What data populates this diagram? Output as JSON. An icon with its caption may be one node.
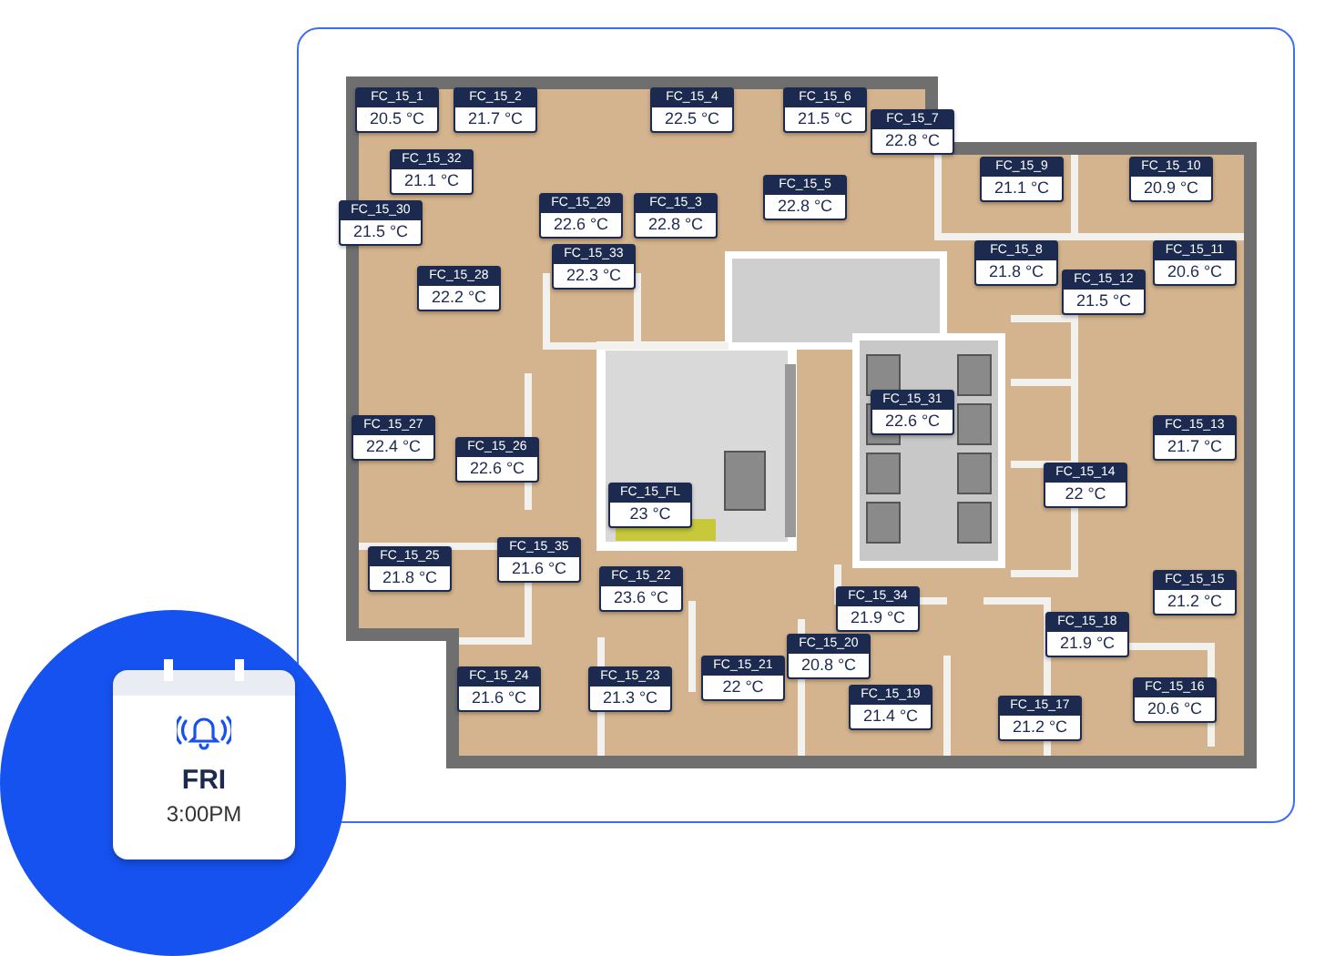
{
  "diagram": {
    "nodes": [
      {
        "text": [
          "FC_15_1",
          "20.5 °C"
        ]
      },
      {
        "text": [
          "FC_15_2",
          "21.7 °C"
        ]
      },
      {
        "text": [
          "FC_15_4",
          "22.5 °C"
        ]
      },
      {
        "text": [
          "FC_15_6",
          "21.5 °C"
        ]
      },
      {
        "text": [
          "FC_15_7",
          "22.8 °C"
        ]
      },
      {
        "text": [
          "FC_15_32",
          "21.1 °C"
        ]
      },
      {
        "text": [
          "FC_15_9",
          "21.1 °C"
        ]
      },
      {
        "text": [
          "FC_15_10",
          "20.9 °C"
        ]
      },
      {
        "text": [
          "FC_15_5",
          "22.8 °C"
        ]
      },
      {
        "text": [
          "FC_15_30",
          "21.5 °C"
        ]
      },
      {
        "text": [
          "FC_15_29",
          "22.6 °C"
        ]
      },
      {
        "text": [
          "FC_15_3",
          "22.8 °C"
        ]
      },
      {
        "text": [
          "FC_15_33",
          "22.3 °C"
        ]
      },
      {
        "text": [
          "FC_15_8",
          "21.8 °C"
        ]
      },
      {
        "text": [
          "FC_15_11",
          "20.6 °C"
        ]
      },
      {
        "text": [
          "FC_15_28",
          "22.2 °C"
        ]
      },
      {
        "text": [
          "FC_15_12",
          "21.5 °C"
        ]
      },
      {
        "text": [
          "FC_15_31",
          "22.6 °C"
        ]
      },
      {
        "text": [
          "FC_15_27",
          "22.4 °C"
        ]
      },
      {
        "text": [
          "FC_15_13",
          "21.7 °C"
        ]
      },
      {
        "text": [
          "FC_15_26",
          "22.6 °C"
        ]
      },
      {
        "text": [
          "FC_15_14",
          "22 °C"
        ]
      },
      {
        "text": [
          "FC_15_FL",
          "23 °C"
        ]
      },
      {
        "text": [
          "FC_15_35",
          "21.6 °C"
        ]
      },
      {
        "text": [
          "FC_15_25",
          "21.8 °C"
        ]
      },
      {
        "text": [
          "FC_15_22",
          "23.6 °C"
        ]
      },
      {
        "text": [
          "FC_15_15",
          "21.2 °C"
        ]
      },
      {
        "text": [
          "FC_15_34",
          "21.9 °C"
        ]
      },
      {
        "text": [
          "FC_15_18",
          "21.9 °C"
        ]
      },
      {
        "text": [
          "FC_15_20",
          "20.8 °C"
        ]
      },
      {
        "text": [
          "FC_15_21",
          "22 °C"
        ]
      },
      {
        "text": [
          "FC_15_24",
          "21.6 °C"
        ]
      },
      {
        "text": [
          "FC_15_23",
          "21.3 °C"
        ]
      },
      {
        "text": [
          "FC_15_19",
          "21.4 °C"
        ]
      },
      {
        "text": [
          "FC_15_16",
          "20.6 °C"
        ]
      },
      {
        "text": [
          "FC_15_17",
          "21.2 °C"
        ]
      },
      {
        "text": [
          "FRI",
          "3:00PM"
        ]
      }
    ]
  }
}
